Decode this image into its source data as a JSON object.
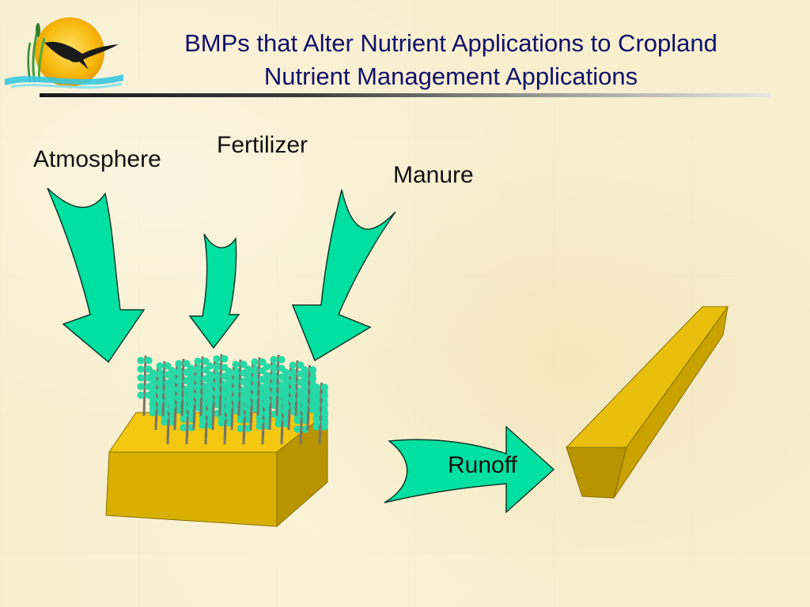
{
  "slide": {
    "title_line1": "BMPs that Alter Nutrient Applications to Cropland",
    "title_line2": "Nutrient Management Applications"
  },
  "labels": {
    "atmosphere": "Atmosphere",
    "fertilizer": "Fertilizer",
    "manure": "Manure",
    "runoff": "Runoff"
  },
  "colors": {
    "title_text": "#10106a",
    "arrow_fill": "#00e0a0",
    "field_top": "#f2c810",
    "field_front": "#d9b000",
    "field_side": "#b89400",
    "plant_leaf": "#27d9a6",
    "plant_stem": "#7a7468",
    "sun": "#f7b80a",
    "bird": "#1a1a1a",
    "water": "#36c8e0"
  },
  "icons": {
    "logo": "sun-bird-logo-icon",
    "arrows": "curved-arrow-icon",
    "field": "crop-field-block",
    "channel": "drainage-channel-block"
  }
}
